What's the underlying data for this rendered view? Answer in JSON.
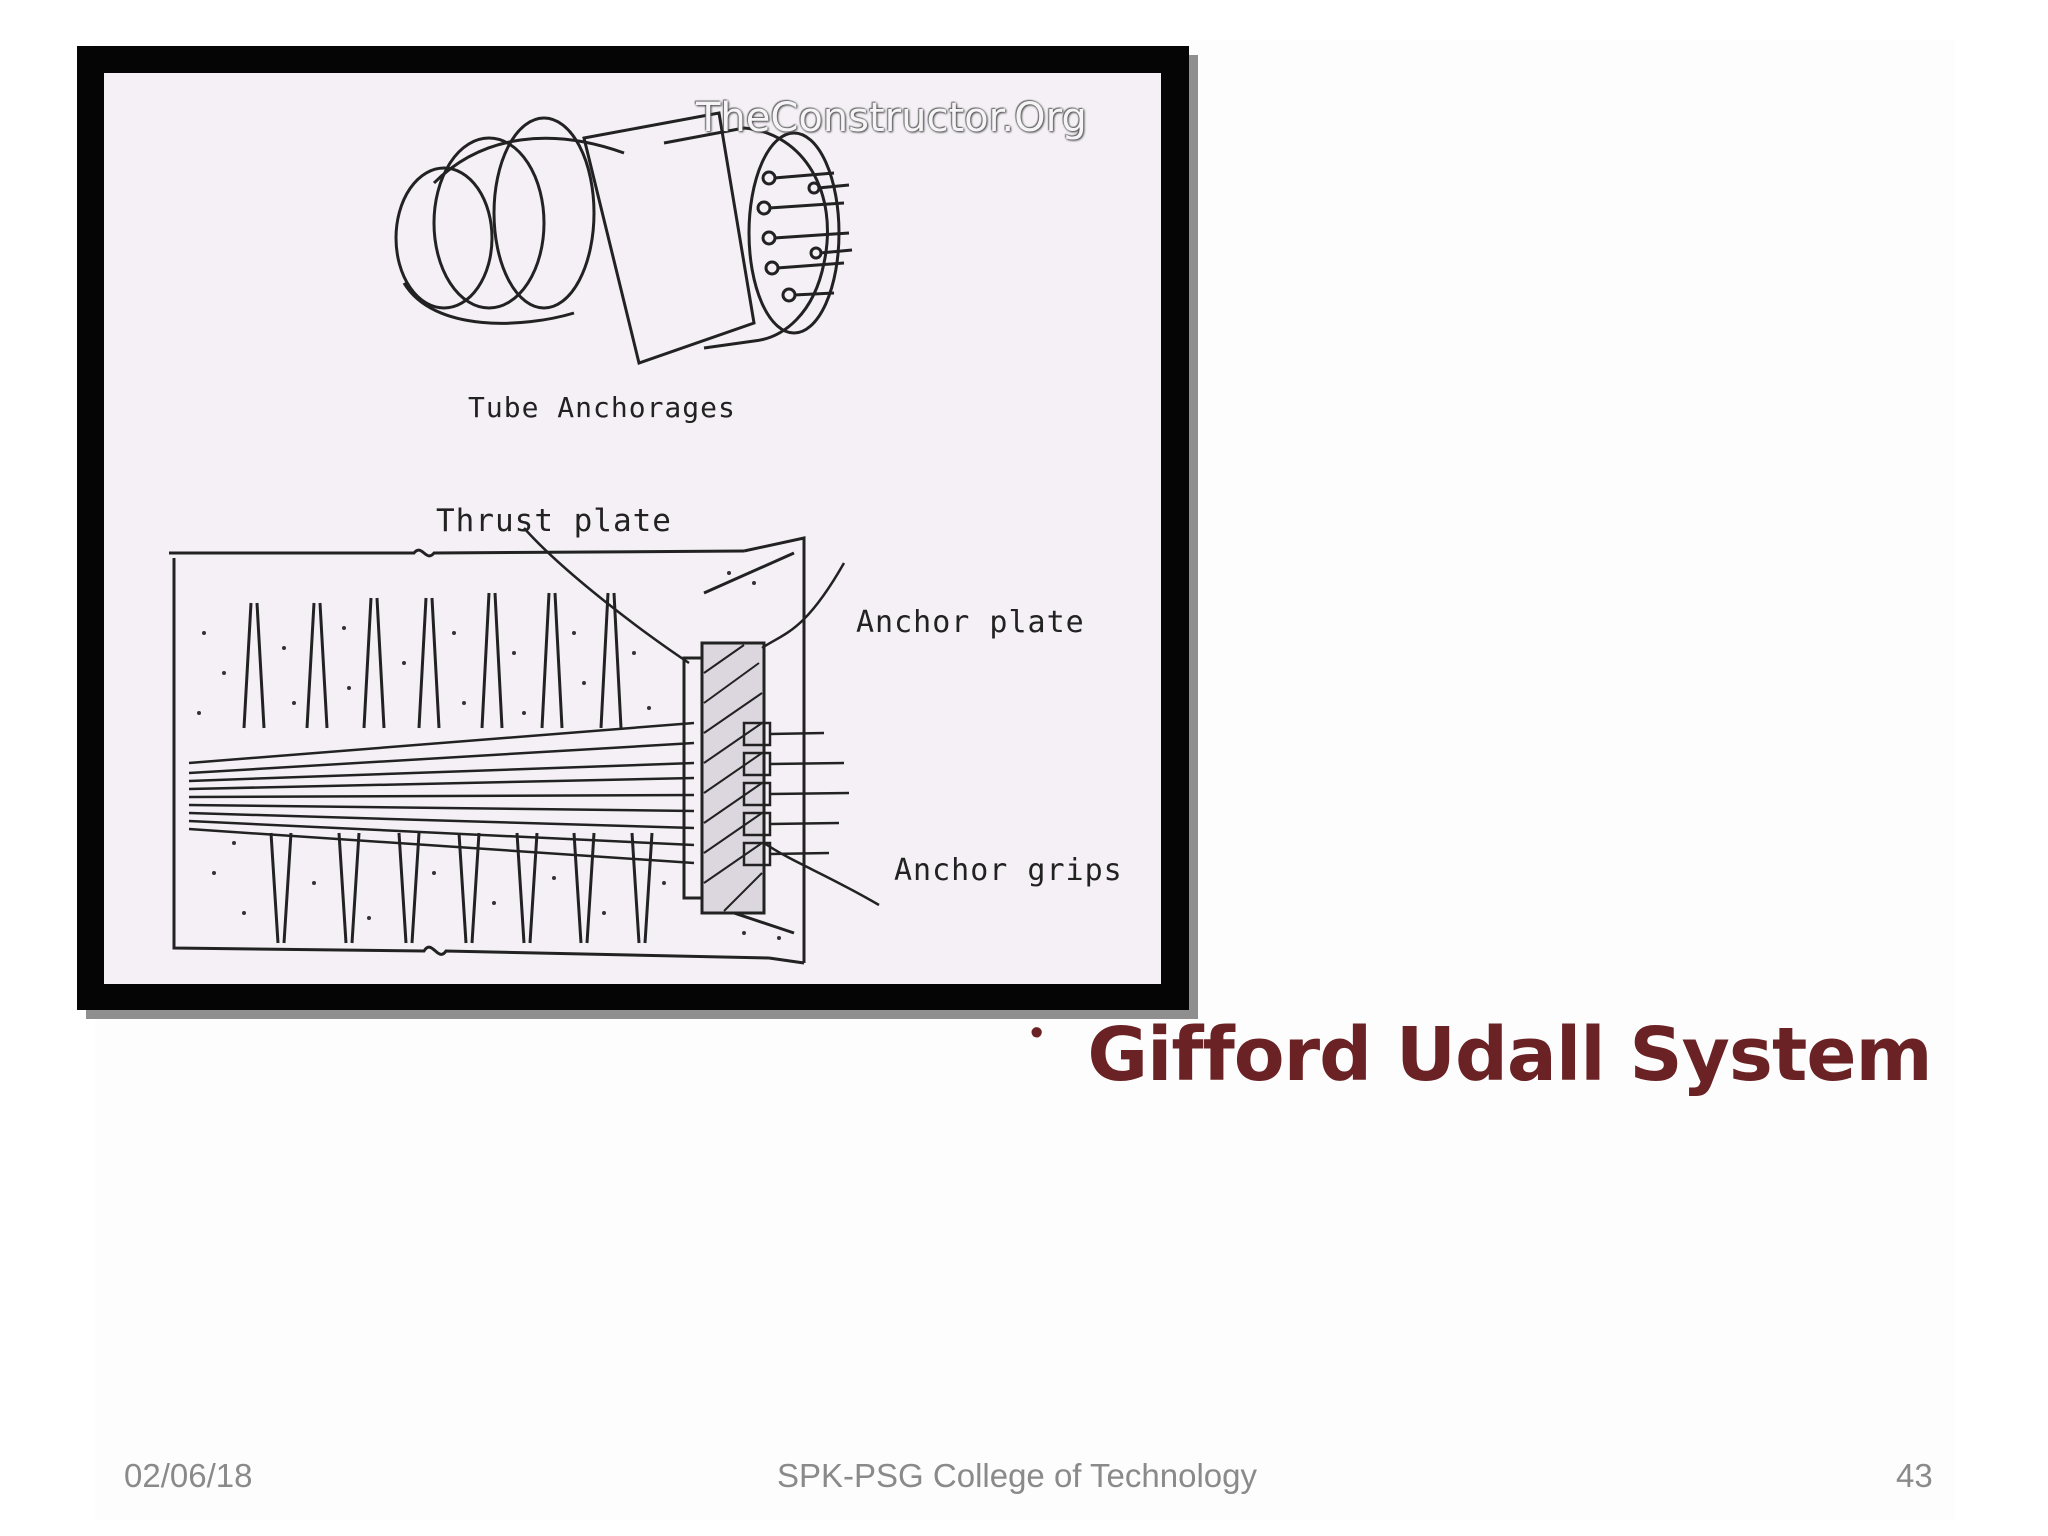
{
  "figure": {
    "watermark": "TheConstructor.Org",
    "labels": {
      "tube_anchorages": "Tube Anchorages",
      "thrust_plate": "Thrust plate",
      "anchor_plate": "Anchor plate",
      "anchor_grips": "Anchor grips"
    }
  },
  "bullet": {
    "text": "Gifford Udall System",
    "color": "#6b2224"
  },
  "footer": {
    "date": "02/06/18",
    "center": "SPK-PSG College of Technology",
    "page": "43"
  }
}
